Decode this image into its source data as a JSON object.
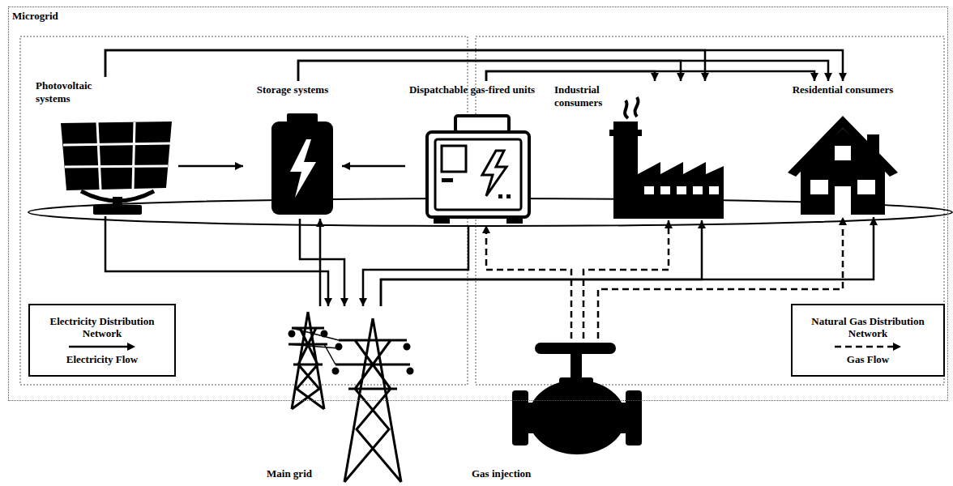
{
  "diagram": {
    "nodes": [
      {
        "text": [
          "Microgrid"
        ]
      },
      {
        "text": [
          "Photovoltaic systems"
        ],
        "in": 0
      },
      {
        "text": [
          "Storage systems"
        ],
        "in": 0
      },
      {
        "text": [
          "Dispatchable gas-fired units"
        ],
        "in": 0
      },
      {
        "text": [
          "Industrial consumers"
        ],
        "in": 0
      },
      {
        "text": [
          "Residential consumers"
        ],
        "in": 0
      },
      {
        "text": [
          "Main grid"
        ]
      },
      {
        "text": [
          "Gas injection"
        ]
      }
    ],
    "edges": [
      {
        "from": 1,
        "to": 4,
        "arrow": "to"
      },
      {
        "from": 1,
        "to": 5,
        "arrow": "to"
      },
      {
        "from": 2,
        "to": 4,
        "arrow": "to"
      },
      {
        "from": 2,
        "to": 5,
        "arrow": "to"
      },
      {
        "from": 3,
        "to": 4,
        "arrow": "to"
      },
      {
        "from": 3,
        "to": 5,
        "arrow": "to"
      },
      {
        "from": 1,
        "to": 2,
        "arrow": "to"
      },
      {
        "from": 3,
        "to": 2,
        "arrow": "to"
      },
      {
        "from": 1,
        "to": 6,
        "arrow": "to"
      },
      {
        "from": 2,
        "to": 6,
        "arrow": "to"
      },
      {
        "from": 6,
        "to": 2,
        "arrow": "to"
      },
      {
        "from": 3,
        "to": 6,
        "arrow": "to"
      },
      {
        "from": 6,
        "to": 4,
        "arrow": "to"
      },
      {
        "from": 6,
        "to": 5,
        "arrow": "to"
      },
      {
        "from": 7,
        "to": 3,
        "arrow": "to"
      },
      {
        "from": 7,
        "to": 4,
        "arrow": "to"
      },
      {
        "from": 7,
        "to": 5,
        "arrow": "to"
      }
    ],
    "labels": [
      "Electricity Distribution Network",
      "Natural Gas Distribution Network"
    ],
    "legend": [
      {
        "text": "Electricity Flow"
      },
      {
        "text": "Gas Flow"
      }
    ]
  }
}
